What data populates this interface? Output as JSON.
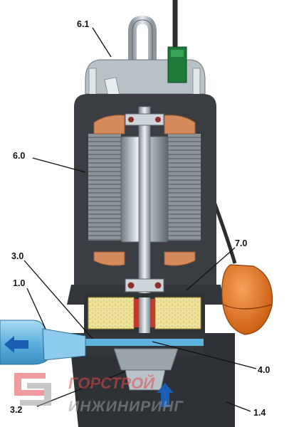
{
  "labels": {
    "l61": "6.1",
    "l60": "6.0",
    "l70": "7.0",
    "l30": "3.0",
    "l10": "1.0",
    "l40": "4.0",
    "l32": "3.2",
    "l14": "1.4"
  },
  "watermark": {
    "line1": "ГОРСТРОЙ",
    "line2": "ИНЖИНИРИНГ",
    "color_red": "#e34a4a",
    "color_grey": "#9a9a9a"
  },
  "colors": {
    "casing": "#3a3e42",
    "stator": "#8a9298",
    "rotor": "#b9c3cb",
    "winding": "#d48a5c",
    "seal_oil": "#efe29a",
    "float": "#e8751a",
    "outlet": "#7fc3e6",
    "flow_arrow": "#1a5fb4",
    "cable_box": "#1f7a3a"
  }
}
